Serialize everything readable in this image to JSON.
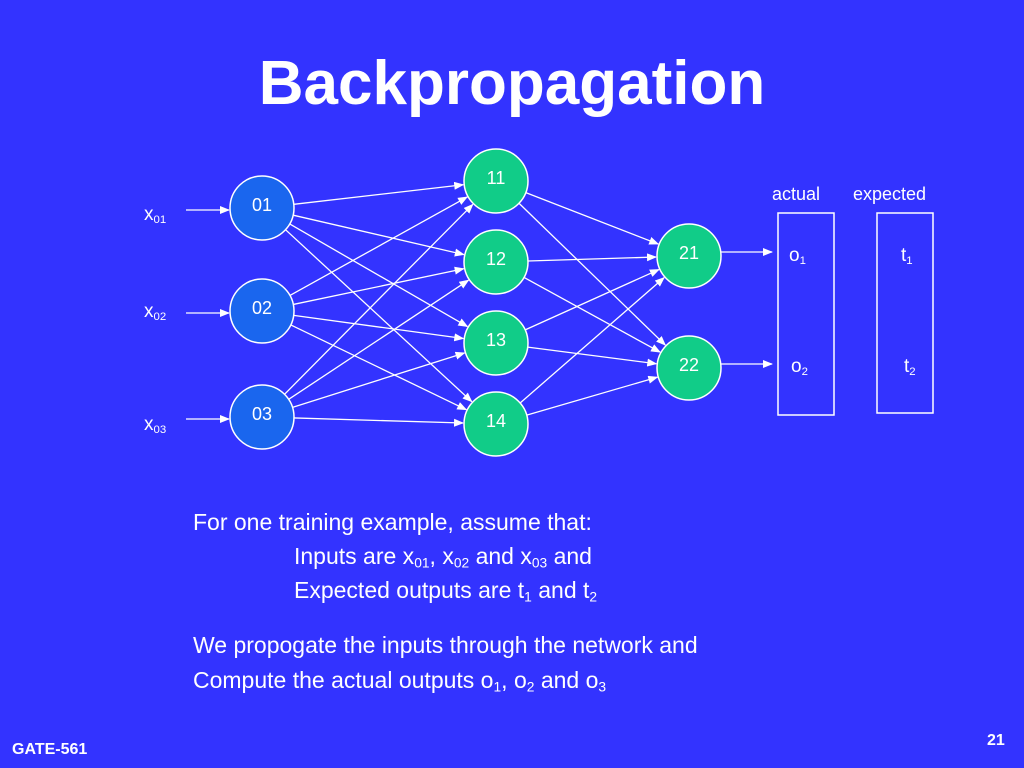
{
  "title": "Backpropagation",
  "inputs": [
    {
      "base": "x",
      "sub": "01"
    },
    {
      "base": "x",
      "sub": "02"
    },
    {
      "base": "x",
      "sub": "03"
    }
  ],
  "input_nodes": [
    "01",
    "02",
    "03"
  ],
  "hidden_nodes": [
    "11",
    "12",
    "13",
    "14"
  ],
  "output_nodes": [
    "21",
    "22"
  ],
  "actual_label": "actual",
  "expected_label": "expected",
  "actual_values": [
    {
      "base": "o",
      "sub": "1"
    },
    {
      "base": "o",
      "sub": "2"
    }
  ],
  "expected_values": [
    {
      "base": "t",
      "sub": "1"
    },
    {
      "base": "t",
      "sub": "2"
    }
  ],
  "text": {
    "line1": "For one training example, assume that:",
    "line2": {
      "a": "Inputs are x",
      "s1": "01",
      "b": ", x",
      "s2": "02",
      "c": " and x",
      "s3": "03",
      "d": " and"
    },
    "line3": {
      "a": "Expected outputs are t",
      "s1": "1",
      "b": " and t",
      "s2": "2"
    },
    "line4": "We propogate the inputs through the network and",
    "line5": {
      "a": "Compute the actual outputs o",
      "s1": "1",
      "b": ", o",
      "s2": "2",
      "c": " and o",
      "s3": "3"
    }
  },
  "footer_left": "GATE-561",
  "page_number": "21",
  "colors": {
    "background": "#3333ff",
    "input_node_fill": "#1a66ee",
    "hidden_node_fill": "#11cc88",
    "edge": "#ffffff"
  }
}
